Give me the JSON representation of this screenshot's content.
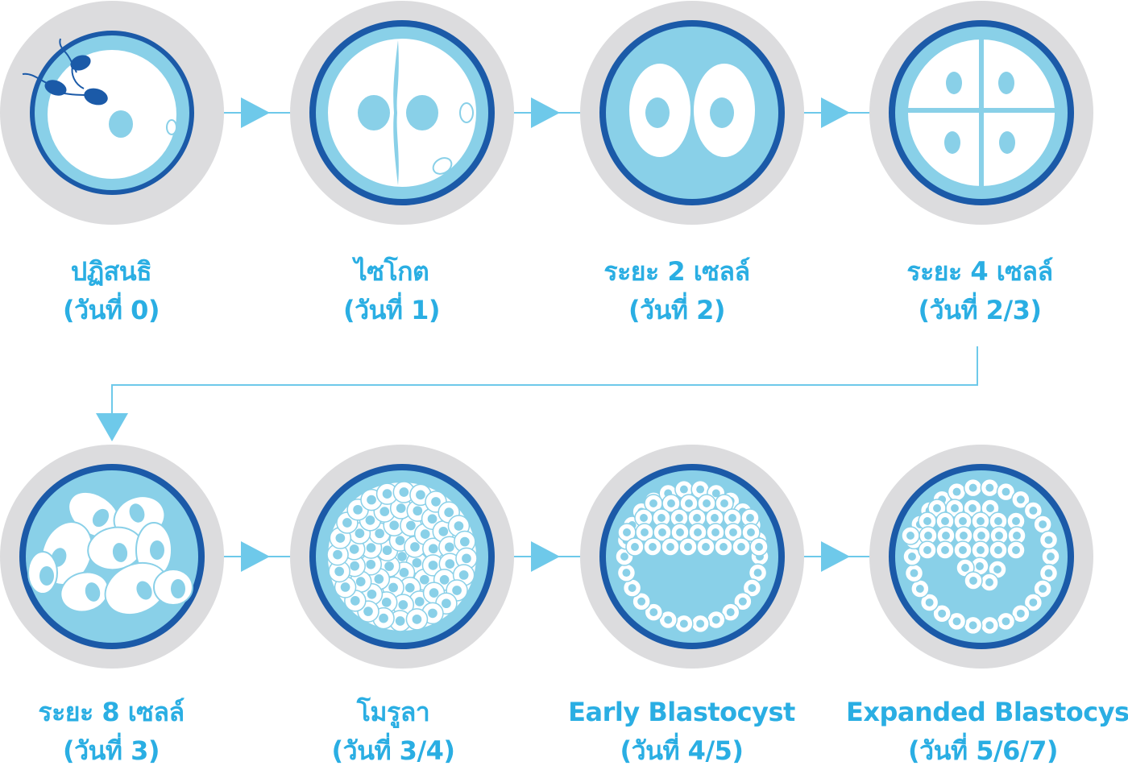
{
  "colors": {
    "ring_outer": "#dcdcde",
    "ring_dark": "#1b5aa8",
    "cytoplasm": "#89d0e8",
    "cell_white": "#ffffff",
    "nucleus": "#89d0e8",
    "arrow": "#6ec9ea",
    "connector": "#6ec9ea",
    "text": "#2aaee3",
    "sperm": "#1b5aa8"
  },
  "stages": [
    {
      "id": "fertilization",
      "name": "ปฏิสนธิ",
      "day": "(วันที่ 0)"
    },
    {
      "id": "zygote",
      "name": "ไซโกต",
      "day": "(วันที่ 1)"
    },
    {
      "id": "two-cell",
      "name": "ระยะ 2 เซลล์",
      "day": "(วันที่ 2)"
    },
    {
      "id": "four-cell",
      "name": "ระยะ 4 เซลล์",
      "day": "(วันที่ 2/3)"
    },
    {
      "id": "eight-cell",
      "name": "ระยะ 8 เซลล์",
      "day": "(วันที่ 3)"
    },
    {
      "id": "morula",
      "name": "โมรูลา",
      "day": "(วันที่ 3/4)"
    },
    {
      "id": "early-blastocyst",
      "name": "Early Blastocyst",
      "day": "(วันที่ 4/5)"
    },
    {
      "id": "expanded-blastocyst",
      "name": "Expanded Blastocyst",
      "day": "(วันที่ 5/6/7)"
    }
  ]
}
